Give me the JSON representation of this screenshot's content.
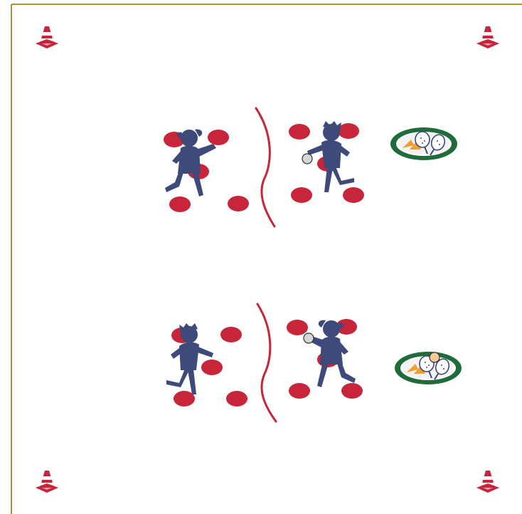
{
  "colors": {
    "background": "#ffffff",
    "field_border": "#b08f3c",
    "spot": "#c8243a",
    "player": "#3d4a7a",
    "net_line": "#c8243a",
    "ball": "#d6d6d6",
    "ball_alt": "#f5c99a",
    "tray_rim": "#1f6b3a",
    "racket": "#3d4a7a",
    "cone_orange": "#f0a030"
  },
  "icons": {
    "cone": "cone-icon",
    "spot": "floor-spot-icon",
    "player": "player-icon",
    "ball": "ball-icon",
    "equipment": "equipment-tray-icon",
    "divider": "net-line-icon"
  },
  "courts": [
    {
      "name": "top-court",
      "ball_variant": "ball"
    },
    {
      "name": "bottom-court",
      "ball_variant": "ball_alt"
    }
  ]
}
